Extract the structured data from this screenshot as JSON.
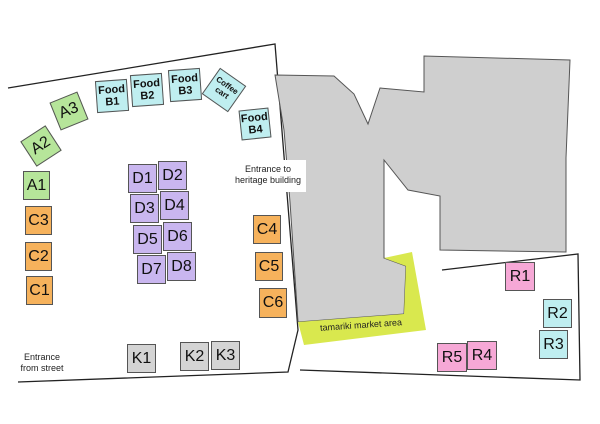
{
  "colors": {
    "food": "#bfeef0",
    "zone_a": "#b6e59a",
    "zone_c": "#f6b25c",
    "zone_d": "#c9b6ef",
    "zone_k": "#d4d4d4",
    "zone_r": "#f6a8d6",
    "building": "#cfcfcf",
    "market_area": "#d9e84e"
  },
  "labels": {
    "entrance_heritage": [
      "Entrance to",
      "heritage building"
    ],
    "entrance_street": [
      "Entrance",
      "from street"
    ],
    "market_area": "tamariki market area"
  },
  "stalls": {
    "food_b1": [
      "Food",
      "B1"
    ],
    "food_b2": [
      "Food",
      "B2"
    ],
    "food_b3": [
      "Food",
      "B3"
    ],
    "coffee_cart": [
      "Coffee",
      "cart"
    ],
    "food_b4": [
      "Food",
      "B4"
    ],
    "a3": "A3",
    "a2": "A2",
    "a1": "A1",
    "c3": "C3",
    "c2": "C2",
    "c1": "C1",
    "c4": "C4",
    "c5": "C5",
    "c6": "C6",
    "d1": "D1",
    "d2": "D2",
    "d3": "D3",
    "d4": "D4",
    "d5": "D5",
    "d6": "D6",
    "d7": "D7",
    "d8": "D8",
    "k1": "K1",
    "k2": "K2",
    "k3": "K3",
    "r1": "R1",
    "r2": "R2",
    "r3": "R3",
    "r4": "R4",
    "r5": "R5"
  }
}
